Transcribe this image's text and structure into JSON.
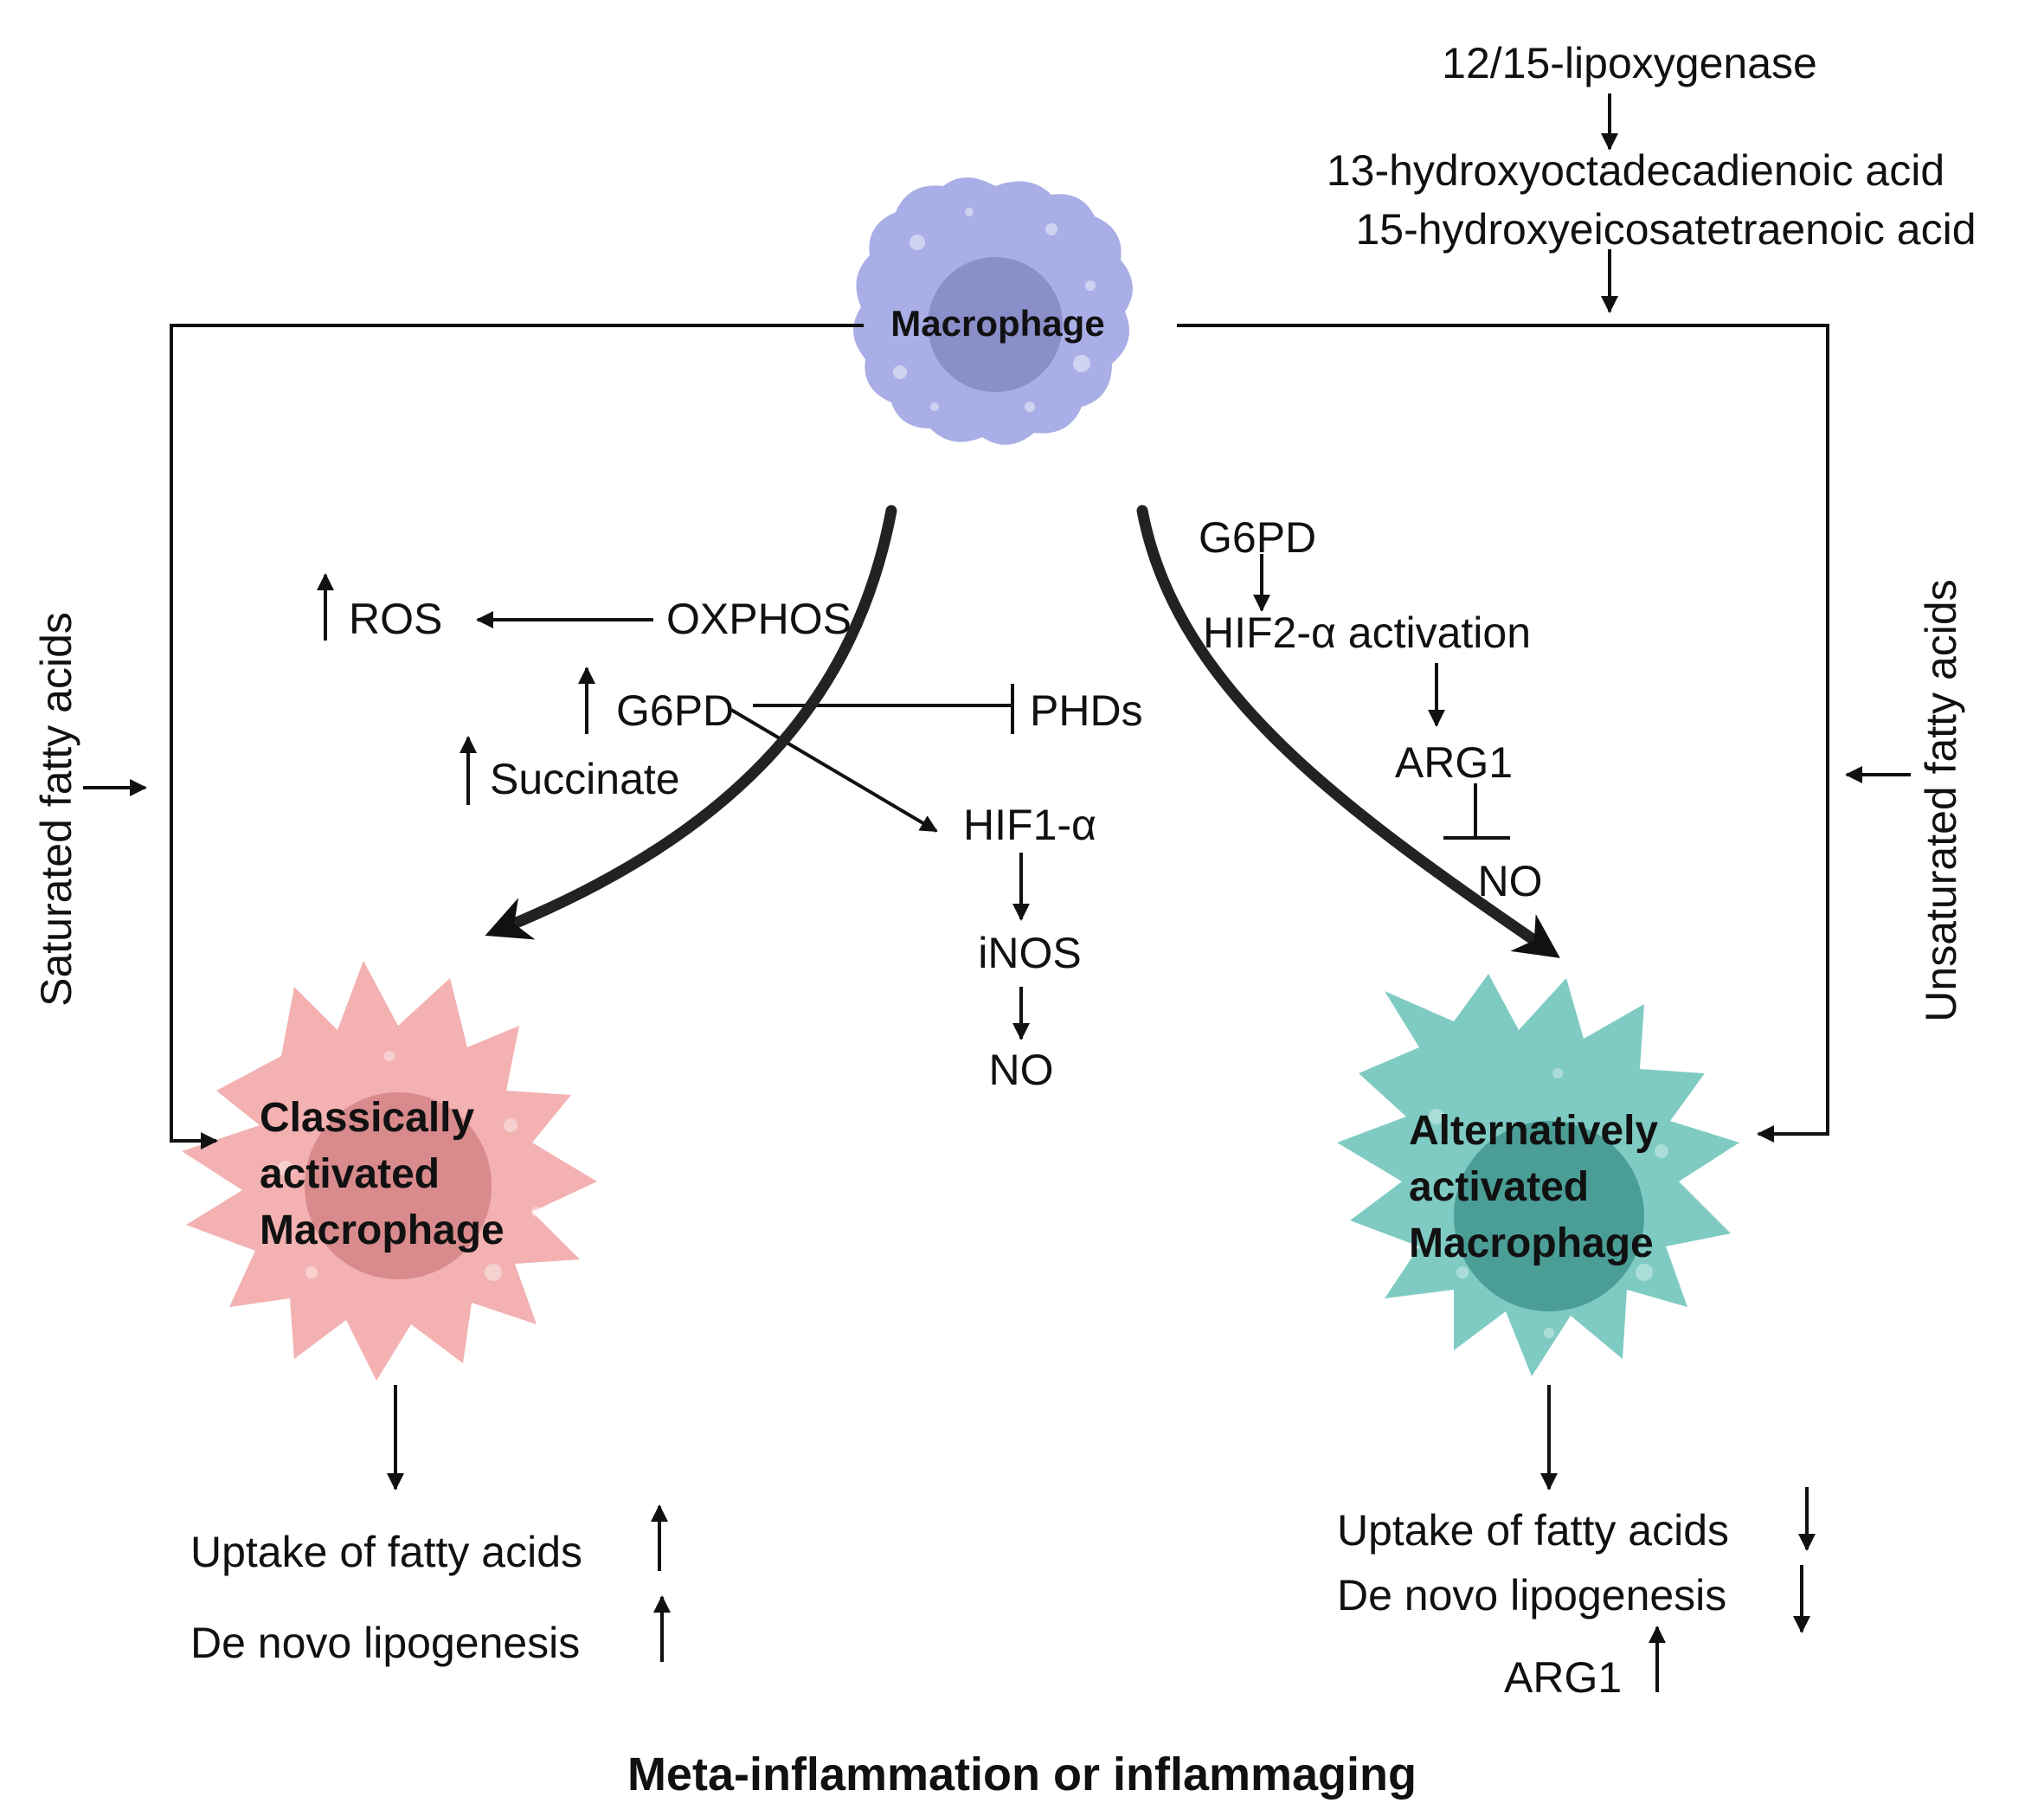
{
  "colors": {
    "macrophage_body": "#a9aee6",
    "macrophage_nucleus": "#8a8fc9",
    "classical_body": "#f3b1b1",
    "classical_nucleus": "#d88a8c",
    "alternative_body": "#7fcbc3",
    "alternative_nucleus": "#4a9e96",
    "line": "#111111"
  },
  "cells": {
    "macrophage": "Macrophage",
    "classical": [
      "Classically",
      "activated",
      "Macrophage"
    ],
    "alternative": [
      "Alternatively",
      "activated",
      "Macrophage"
    ]
  },
  "top_pathway": {
    "enzyme": "12/15-lipoxygenase",
    "product_1": "13-hydroxyoctadecadienoic acid",
    "product_2": "15-hydroxyeicosatetraenoic acid"
  },
  "side_labels": {
    "left": "Saturated fatty acids",
    "right": "Unsaturated fatty acids"
  },
  "classical_pathway": {
    "ros": "ROS",
    "oxphos": "OXPHOS",
    "g6pd": "G6PD",
    "phds": "PHDs",
    "succinate": "Succinate",
    "hif1a": "HIF1-α",
    "inos": "iNOS",
    "no": "NO"
  },
  "alternative_pathway": {
    "g6pd": "G6PD",
    "hif2a": "HIF2-α activation",
    "arg1": "ARG1",
    "no": "NO"
  },
  "classical_outcomes": [
    "Uptake of fatty acids",
    "De novo lipogenesis"
  ],
  "alternative_outcomes": [
    "Uptake of fatty acids",
    "De novo lipogenesis",
    "ARG1"
  ],
  "footer": "Meta-inflammation or inflammaging"
}
